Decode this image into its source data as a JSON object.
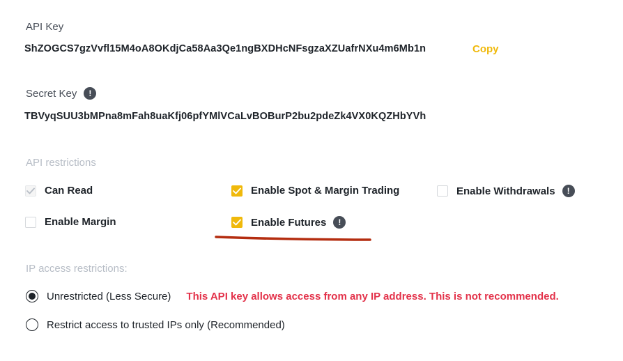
{
  "api_key": {
    "label": "API Key",
    "value": "ShZOGCS7gzVvfl15M4oA8OKdjCa58Aa3Qe1ngBXDHcNFsgzaXZUafrNXu4m6Mb1n",
    "copy_label": "Copy"
  },
  "secret_key": {
    "label": "Secret Key",
    "info_glyph": "!",
    "value": "TBVyqSUU3bMPna8mFah8uaKfj06pfYMlVCaLvBOBurP2bu2pdeZk4VX0KQZHbYVh"
  },
  "api_restrictions": {
    "label": "API restrictions",
    "can_read": {
      "label": "Can Read",
      "checked": true,
      "disabled": true
    },
    "spot_margin": {
      "label": "Enable Spot & Margin Trading",
      "checked": true
    },
    "withdrawals": {
      "label": "Enable Withdrawals",
      "checked": false,
      "info_glyph": "!"
    },
    "margin": {
      "label": "Enable Margin",
      "checked": false
    },
    "futures": {
      "label": "Enable Futures",
      "checked": true,
      "info_glyph": "!"
    }
  },
  "ip_restrictions": {
    "label": "IP access restrictions:",
    "unrestricted": {
      "label": "Unrestricted (Less Secure)",
      "selected": true,
      "warning": "This API key allows access from any IP address. This is not recommended."
    },
    "restricted": {
      "label": "Restrict access to trusted IPs only (Recommended)",
      "selected": false
    }
  },
  "colors": {
    "accent": "#f0b90b",
    "warning": "#e3324a",
    "annotation": "#b42d10"
  },
  "icons": {
    "check": "check-icon",
    "info": "info-icon"
  }
}
